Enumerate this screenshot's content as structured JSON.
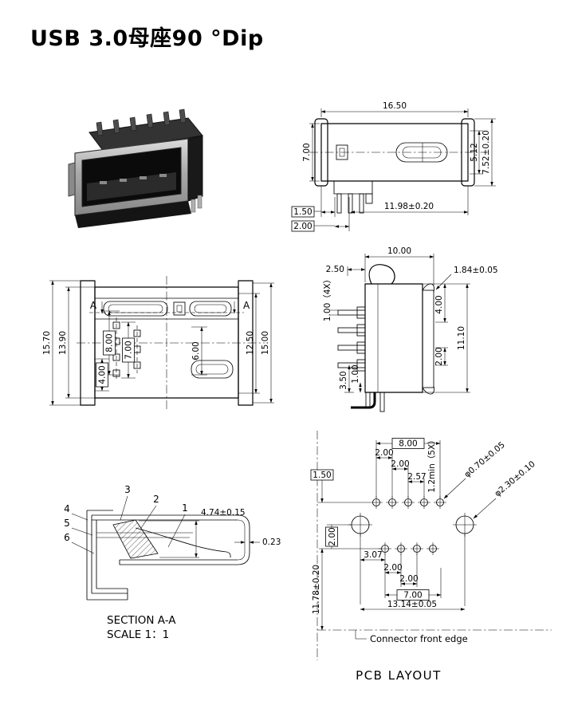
{
  "page": {
    "title": "USB 3.0母座90 °Dip"
  },
  "top_view": {
    "width": "16.50",
    "height": "7.00",
    "inner_height": "5.12",
    "outer_height": "7.52±0.20",
    "pin_offset": "1.50",
    "pin_pitch": "2.00",
    "pin_span": "11.98±0.20"
  },
  "front_view": {
    "total_height": "15.70",
    "body_height": "13.90",
    "dim_8": "8.00",
    "dim_7": "7.00",
    "dim_4": "4.00",
    "dim_6": "6.00",
    "dim_12_5": "12.50",
    "dim_15": "15.00",
    "section_label": "A"
  },
  "side_view": {
    "width": "10.00",
    "dim_2_5": "2.50",
    "lip": "1.84±0.05",
    "pin_width": "1.00（4X）",
    "dim_4": "4.00",
    "height": "11.10",
    "dim_3_5": "3.50",
    "dim_1": "1.00",
    "dim_2": "2.00"
  },
  "section_view": {
    "callout_1": "1",
    "callout_2": "2",
    "callout_3": "3",
    "callout_4": "4",
    "callout_5": "5",
    "callout_6": "6",
    "dim_tongue": "4.74±0.15",
    "dim_thickness": "0.23",
    "caption_line1": "SECTION A-A",
    "caption_line2": "SCALE 1：1"
  },
  "pcb": {
    "row_span": "8.00",
    "pitch_a": "2.00",
    "pitch_b": "2.00",
    "dim_2_57": "2.57",
    "dim_1_5": "1.50",
    "clearance": "1.2min（5X）",
    "small_hole": "φ0.70±0.05",
    "big_hole": "φ2.30±0.10",
    "row_gap": "2.00",
    "dim_3_07": "3.07",
    "pitch_c": "2.00",
    "pitch_d": "2.00",
    "bottom_span": "7.00",
    "mount_span": "13.14±0.05",
    "depth": "11.78±0.20",
    "edge_label": "Connector front edge",
    "caption": "PCB LAYOUT"
  }
}
